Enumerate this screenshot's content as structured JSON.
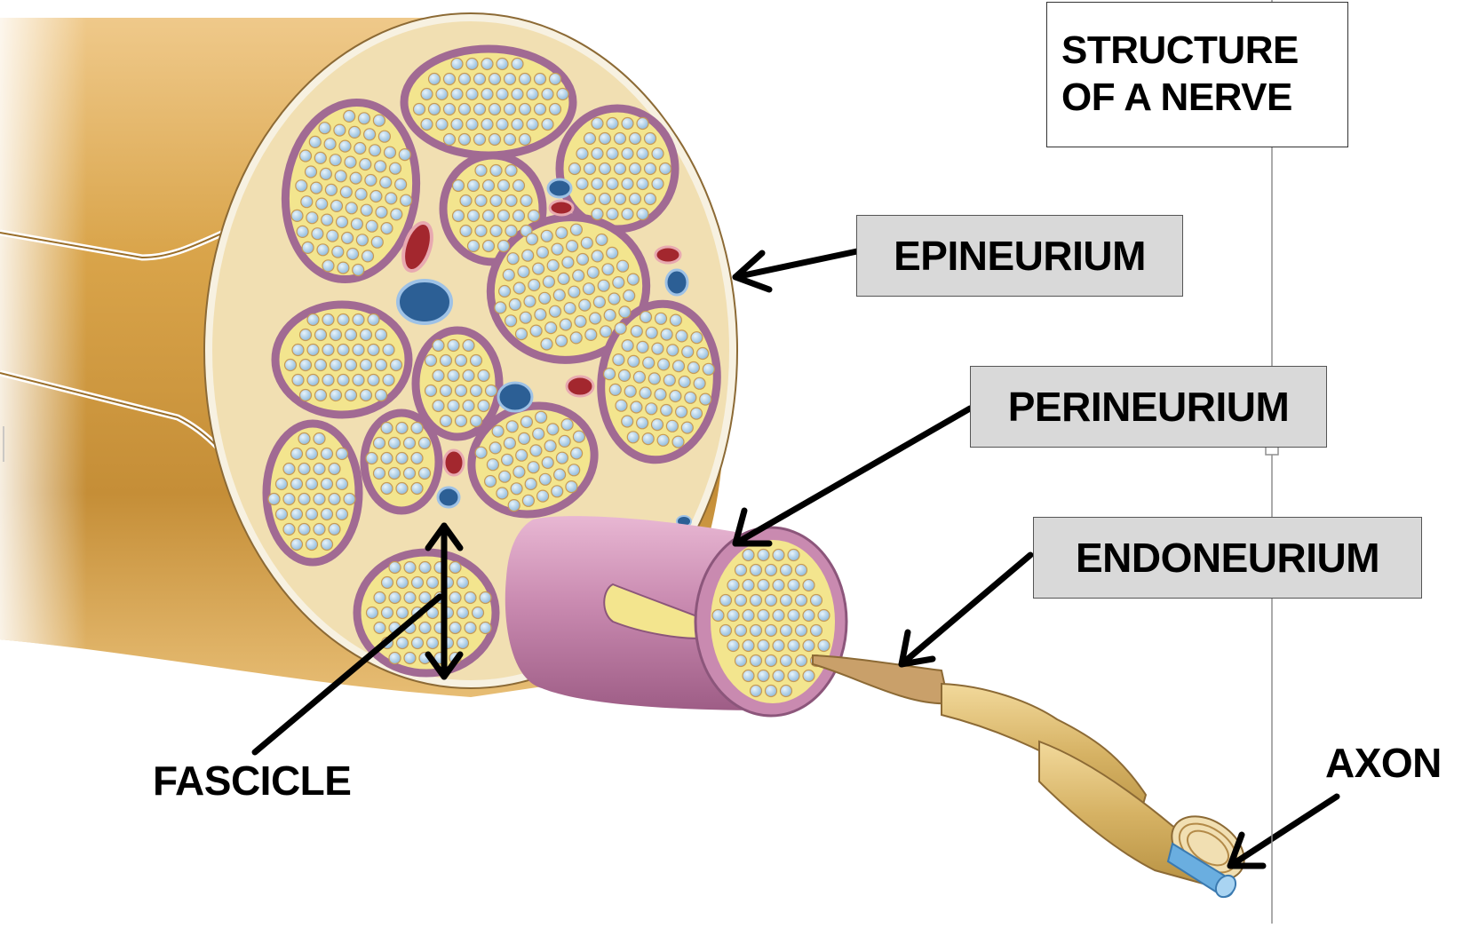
{
  "title": {
    "line1": "STRUCTURE",
    "line2": "OF A NERVE"
  },
  "labels": {
    "epineurium": "EPINEURIUM",
    "perineurium": "PERINEURIUM",
    "endoneurium": "ENDONEURIUM",
    "fascicle": "FASCICLE",
    "axon": "AXON"
  },
  "colors": {
    "epineurium_sheath": "#d9a44a",
    "cut_surface": "#f3dfb4",
    "perineurium": "#b07a9e",
    "fascicle_fill": "#f3e58e",
    "fiber": "#a8cce6",
    "artery": "#a3272e",
    "vein": "#2c5f95",
    "label_box": "#d9d9d9",
    "axon": "#6aaee0"
  }
}
